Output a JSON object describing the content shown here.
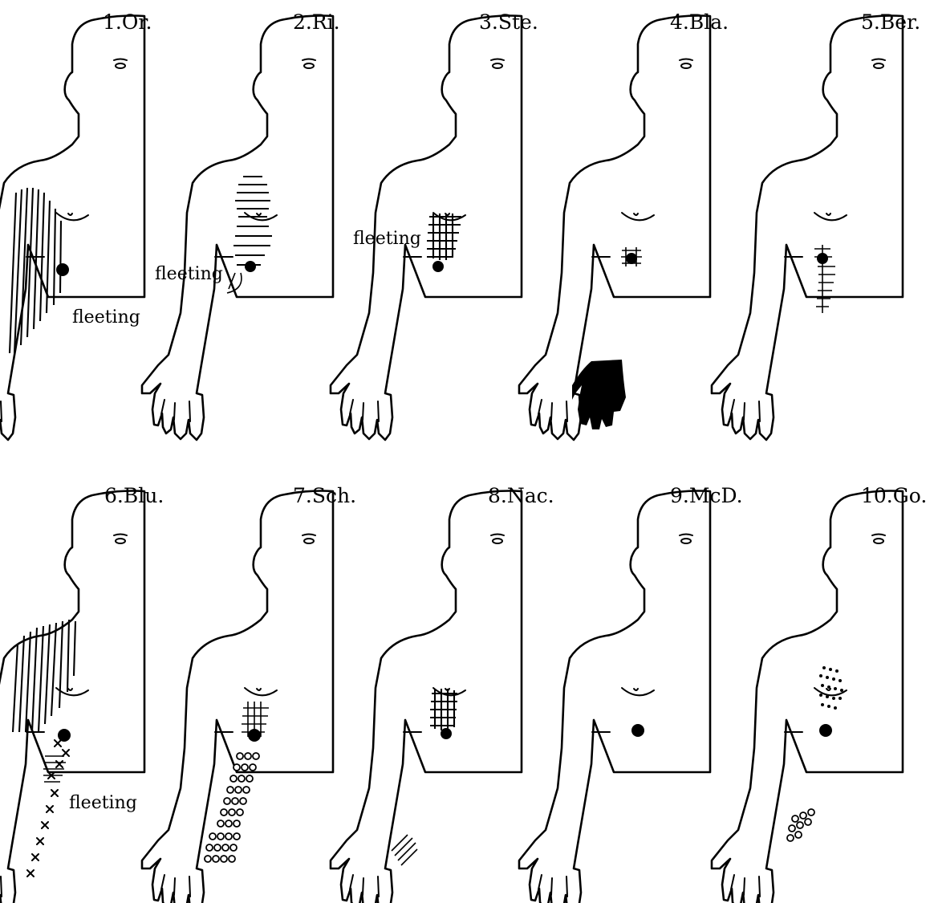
{
  "figure": {
    "labels": [
      "1.Or.",
      "2.Ri.",
      "3.Ste.",
      "4.Bla.",
      "5.Ber.",
      "6.Blu.",
      "7.Sch.",
      "8.Nac.",
      "9.McD.",
      "10.Go."
    ],
    "annotation_word": "fleeting"
  },
  "figures": [
    {
      "label": "1.Or.",
      "shading": "vertical-stripes",
      "annotations": [
        "fleeting"
      ]
    },
    {
      "label": "2.Ri.",
      "shading": "horizontal-stripes",
      "annotations": [
        "fleeting"
      ]
    },
    {
      "label": "3.Ste.",
      "shading": "crosshatch",
      "annotations": [
        "fleeting"
      ]
    },
    {
      "label": "4.Bla.",
      "shading": "solid-black-hand",
      "annotations": []
    },
    {
      "label": "5.Ber.",
      "shading": "horizontal-stripes",
      "annotations": []
    },
    {
      "label": "6.Blu.",
      "shading": "vertical-stripes-and-crosses",
      "annotations": [
        "fleeting"
      ]
    },
    {
      "label": "7.Sch.",
      "shading": "crosshatch-and-circles",
      "annotations": []
    },
    {
      "label": "8.Nac.",
      "shading": "crosshatch",
      "annotations": []
    },
    {
      "label": "9.McD.",
      "shading": "none",
      "annotations": []
    },
    {
      "label": "10.Go.",
      "shading": "dots-and-circles",
      "annotations": []
    }
  ],
  "colors": {
    "ink": "#000000",
    "paper": "#ffffff"
  }
}
